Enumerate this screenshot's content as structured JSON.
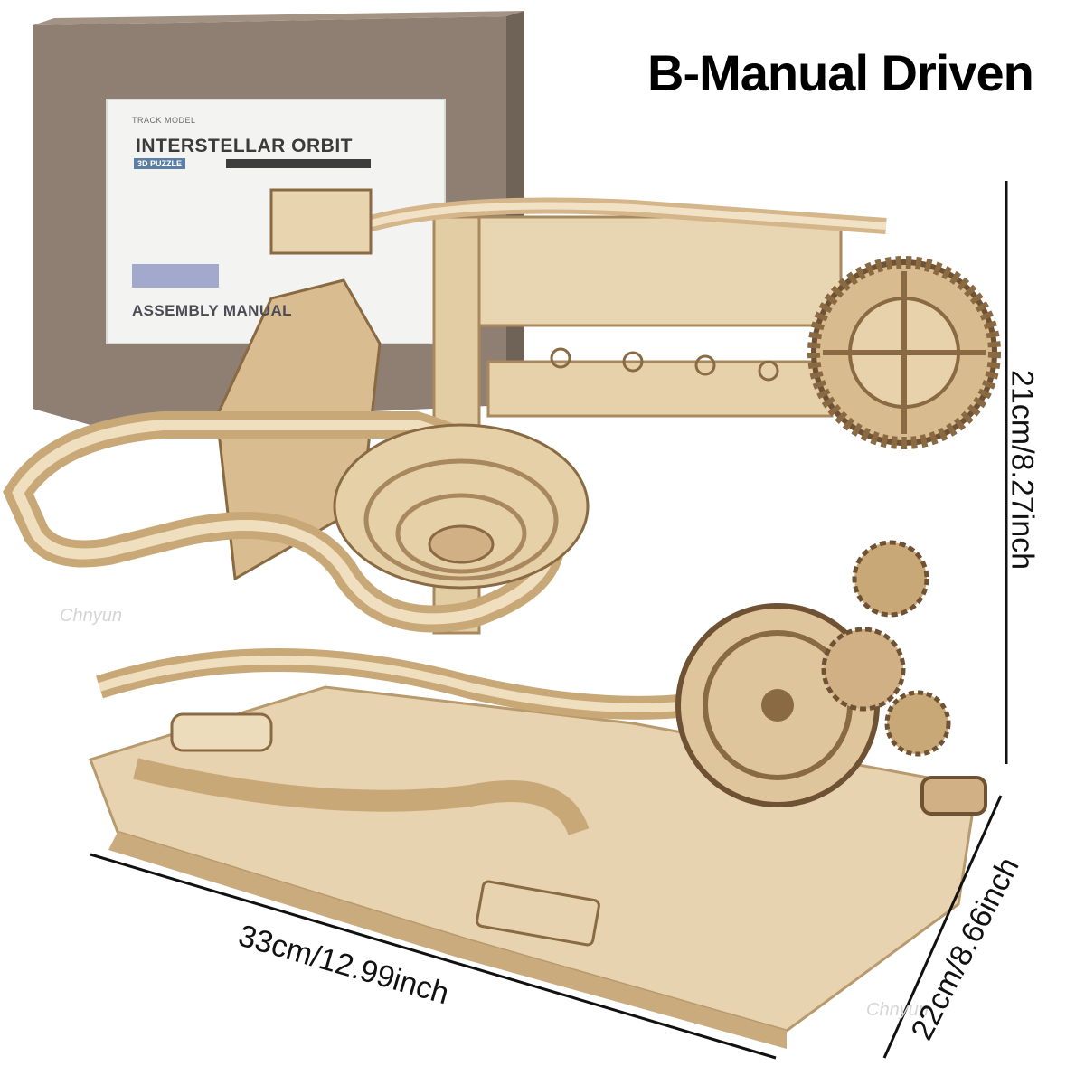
{
  "title": "B-Manual Driven",
  "dimensions": {
    "height": "21cm/8.27inch",
    "width": "33cm/12.99inch",
    "depth": "22cm/8.66inch"
  },
  "box": {
    "small_header": "TRACK MODEL",
    "product_name": "INTERSTELLAR ORBIT",
    "tag": "3D PUZZLE",
    "manual_label": "ASSEMBLY MANUAL"
  },
  "watermark": "Chnyun",
  "colors": {
    "wood_light": "#e9d6b4",
    "wood_mid": "#cfb184",
    "wood_dark": "#8a6a43",
    "box_brown": "#8e7f72",
    "text": "#000000"
  }
}
